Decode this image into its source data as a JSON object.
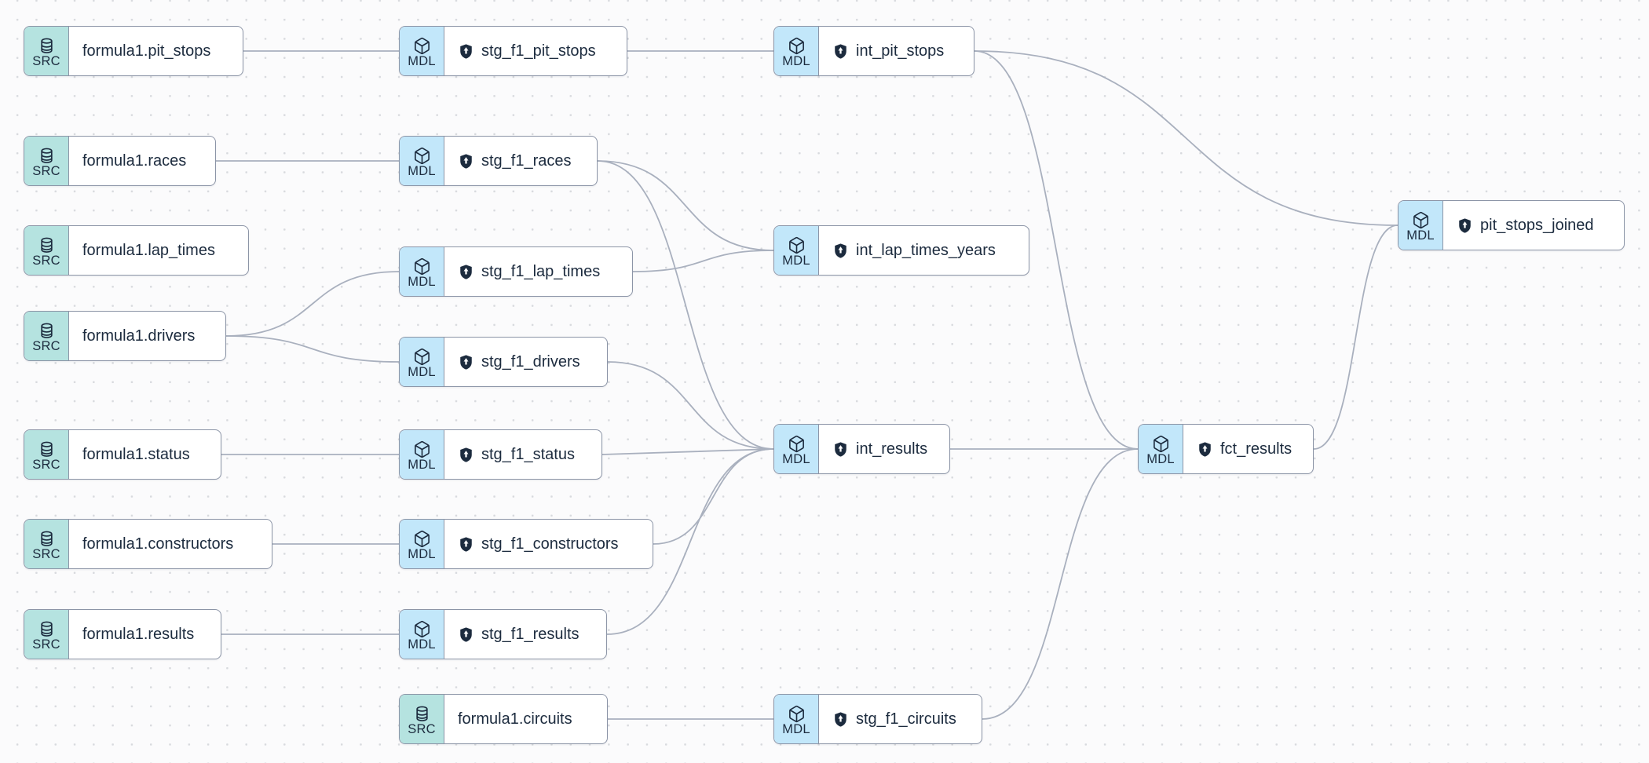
{
  "app": {
    "name": "dbt lineage graph",
    "view": "directed acyclic graph of sources and models"
  },
  "colors": {
    "canvas_bg": "#fbfbfc",
    "grid_dot": "#d8dade",
    "node_bg": "#ffffff",
    "node_border": "#8c95a7",
    "source_badge_bg": "#b5e3e0",
    "model_badge_bg": "#c2e7fa",
    "text": "#1c2b3e",
    "edge": "#a9b0be"
  },
  "badges": {
    "source": "SRC",
    "model": "MDL"
  },
  "icons": {
    "source": "database-icon",
    "model": "cube-icon",
    "access": "shield-icon"
  },
  "nodes": [
    {
      "id": "src_pit_stops",
      "type": "source",
      "label": "formula1.pit_stops"
    },
    {
      "id": "stg_pit_stops",
      "type": "model",
      "label": "stg_f1_pit_stops"
    },
    {
      "id": "int_pit_stops",
      "type": "model",
      "label": "int_pit_stops"
    },
    {
      "id": "src_races",
      "type": "source",
      "label": "formula1.races"
    },
    {
      "id": "stg_races",
      "type": "model",
      "label": "stg_f1_races"
    },
    {
      "id": "src_lap_times",
      "type": "source",
      "label": "formula1.lap_times"
    },
    {
      "id": "stg_lap_times",
      "type": "model",
      "label": "stg_f1_lap_times"
    },
    {
      "id": "int_lap_times_years",
      "type": "model",
      "label": "int_lap_times_years"
    },
    {
      "id": "src_drivers",
      "type": "source",
      "label": "formula1.drivers"
    },
    {
      "id": "stg_drivers",
      "type": "model",
      "label": "stg_f1_drivers"
    },
    {
      "id": "src_status",
      "type": "source",
      "label": "formula1.status"
    },
    {
      "id": "stg_status",
      "type": "model",
      "label": "stg_f1_status"
    },
    {
      "id": "int_results",
      "type": "model",
      "label": "int_results"
    },
    {
      "id": "src_constructors",
      "type": "source",
      "label": "formula1.constructors"
    },
    {
      "id": "stg_constructors",
      "type": "model",
      "label": "stg_f1_constructors"
    },
    {
      "id": "src_results",
      "type": "source",
      "label": "formula1.results"
    },
    {
      "id": "stg_results",
      "type": "model",
      "label": "stg_f1_results"
    },
    {
      "id": "src_circuits",
      "type": "source",
      "label": "formula1.circuits"
    },
    {
      "id": "stg_circuits",
      "type": "model",
      "label": "stg_f1_circuits"
    },
    {
      "id": "fct_results",
      "type": "model",
      "label": "fct_results"
    },
    {
      "id": "pit_stops_joined",
      "type": "model",
      "label": "pit_stops_joined"
    }
  ],
  "edges": [
    {
      "from": "src_pit_stops",
      "to": "stg_pit_stops"
    },
    {
      "from": "stg_pit_stops",
      "to": "int_pit_stops"
    },
    {
      "from": "int_pit_stops",
      "to": "pit_stops_joined"
    },
    {
      "from": "int_pit_stops",
      "to": "fct_results"
    },
    {
      "from": "src_races",
      "to": "stg_races"
    },
    {
      "from": "stg_races",
      "to": "int_lap_times_years"
    },
    {
      "from": "stg_races",
      "to": "int_results"
    },
    {
      "from": "src_drivers",
      "to": "stg_lap_times"
    },
    {
      "from": "src_drivers",
      "to": "stg_drivers"
    },
    {
      "from": "stg_lap_times",
      "to": "int_lap_times_years"
    },
    {
      "from": "stg_drivers",
      "to": "int_results"
    },
    {
      "from": "src_status",
      "to": "stg_status"
    },
    {
      "from": "stg_status",
      "to": "int_results"
    },
    {
      "from": "src_constructors",
      "to": "stg_constructors"
    },
    {
      "from": "stg_constructors",
      "to": "int_results"
    },
    {
      "from": "src_results",
      "to": "stg_results"
    },
    {
      "from": "stg_results",
      "to": "int_results"
    },
    {
      "from": "src_circuits",
      "to": "stg_circuits"
    },
    {
      "from": "stg_circuits",
      "to": "fct_results"
    },
    {
      "from": "int_results",
      "to": "fct_results"
    },
    {
      "from": "fct_results",
      "to": "pit_stops_joined"
    }
  ]
}
